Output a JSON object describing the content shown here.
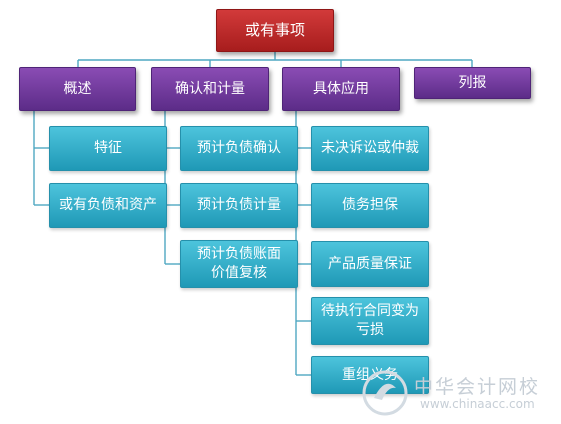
{
  "root": {
    "label": "或有事项"
  },
  "branches": {
    "overview": {
      "label": "概述",
      "children": [
        "特征",
        "或有负债和资产"
      ]
    },
    "recognition": {
      "label": "确认和计量",
      "children": [
        "预计负债确认",
        "预计负债计量",
        "预计负债账面价值复核"
      ]
    },
    "application": {
      "label": "具体应用",
      "children": [
        "未决诉讼或仲裁",
        "债务担保",
        "产品质量保证",
        "待执行合同变为亏损",
        "重组义务"
      ]
    },
    "reporting": {
      "label": "列报"
    }
  },
  "watermark": {
    "name": "中华会计网校",
    "url": "www.chinaacc.com"
  },
  "colors": {
    "root": "#b82727",
    "branch": "#6d3597",
    "leaf": "#31aecb",
    "connector": "#4fa7c2"
  }
}
